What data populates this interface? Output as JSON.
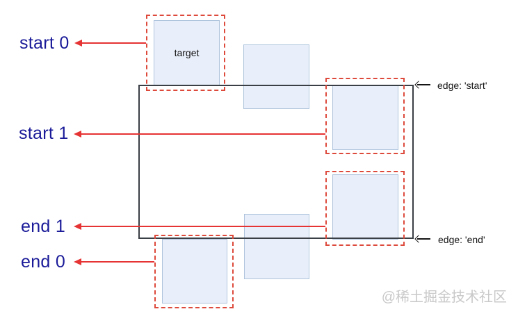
{
  "diagram": {
    "target_label": "target",
    "range_labels": {
      "start0": "start 0",
      "start1": "start 1",
      "end1": "end 1",
      "end0": "end 0"
    },
    "edge_labels": {
      "start": "edge: 'start'",
      "end": "edge: 'end'"
    },
    "watermark": "@稀土掘金技术社区",
    "colors": {
      "label_navy": "#1a1a99",
      "arrow_red": "#e63333",
      "dashed_red": "#dd4a3c",
      "box_fill": "#e9effa",
      "box_border": "#aec3dc",
      "container_border": "#3a3f45",
      "ink": "#141414",
      "watermark_gray": "#c9c9c9"
    }
  }
}
